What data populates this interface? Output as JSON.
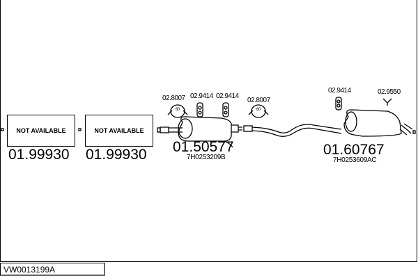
{
  "diagram": {
    "reference": "VW0013199A",
    "parts": [
      {
        "number": "01.99930",
        "label": "NOT AVAILABLE"
      },
      {
        "number": "01.99930",
        "label": "NOT AVAILABLE"
      },
      {
        "number": "01.50577",
        "oe": "7H0253209B"
      },
      {
        "number": "01.60767",
        "oe": "7H0253609AC"
      }
    ],
    "accessories": [
      "02.8007",
      "02.9414",
      "02.9414",
      "02.8007",
      "02.9414",
      "02.9550"
    ],
    "clamp_label": "60"
  }
}
